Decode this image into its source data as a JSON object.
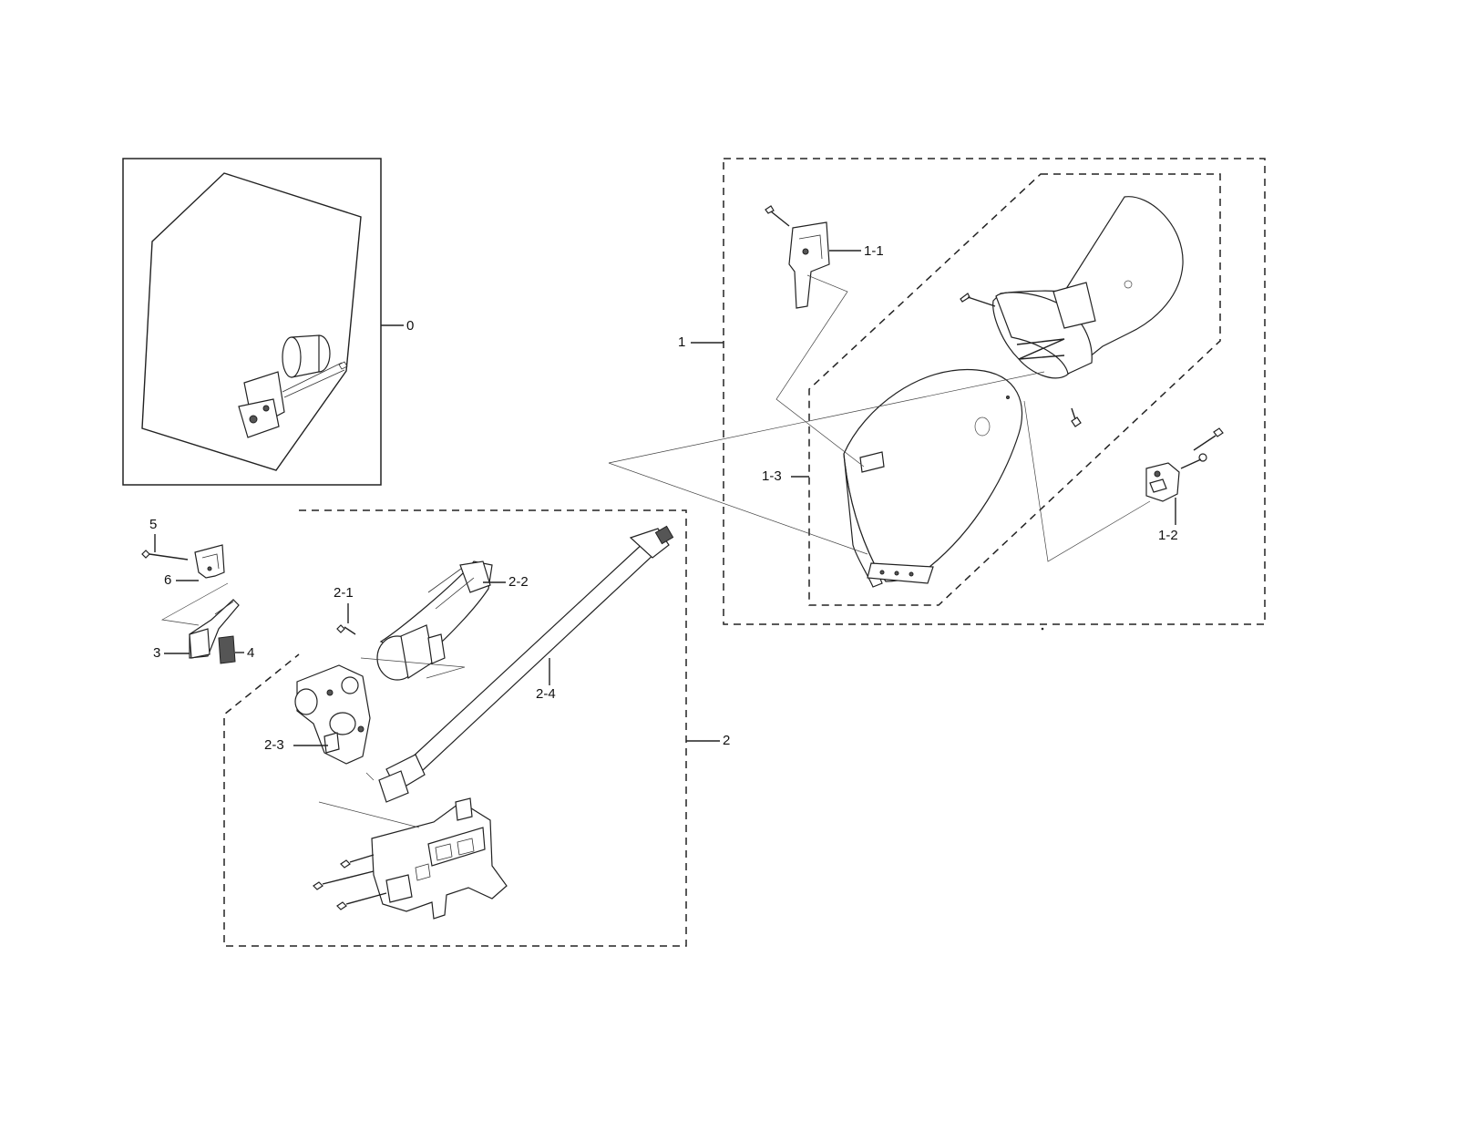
{
  "labels": {
    "l0": "0",
    "l1": "1",
    "l1_1": "1-1",
    "l1_2": "1-2",
    "l1_3": "1-3",
    "l2": "2",
    "l2_1": "2-1",
    "l2_2": "2-2",
    "l2_3": "2-3",
    "l2_4": "2-4",
    "l3": "3",
    "l4": "4",
    "l5": "5",
    "l6": "6"
  }
}
